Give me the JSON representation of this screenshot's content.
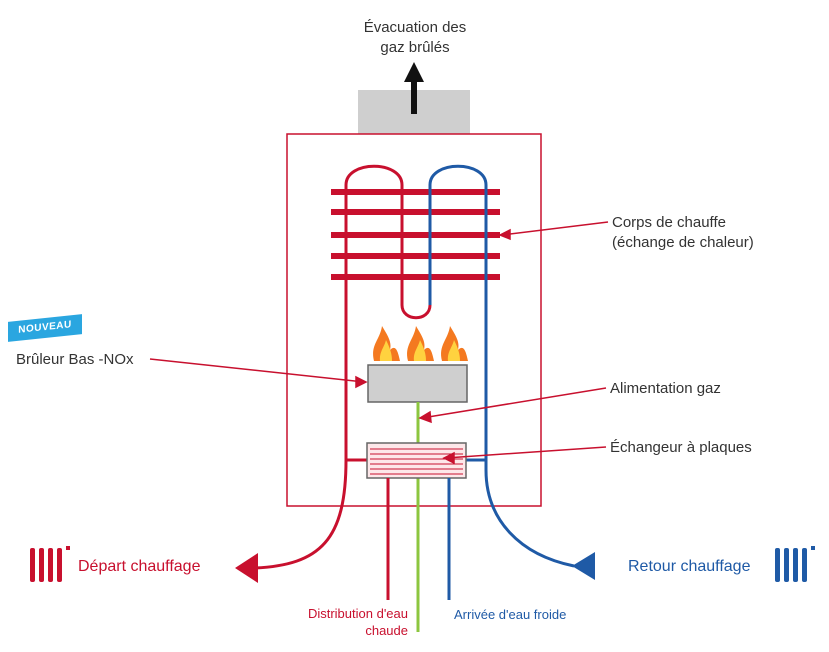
{
  "labels": {
    "evacuation_line1": "Évacuation des",
    "evacuation_line2": "gaz brûlés",
    "corps_line1": "Corps de chauffe",
    "corps_line2": "(échange de chaleur)",
    "badge": "NOUVEAU",
    "bruleur": "Brûleur Bas -NOx",
    "alimentation_gaz": "Alimentation gaz",
    "echangeur": "Échangeur à plaques",
    "depart": "Départ chauffage",
    "retour": "Retour chauffage",
    "distribution_line1": "Distribution d'eau",
    "distribution_line2": "chaude",
    "arrivee": "Arrivée d'eau froide"
  },
  "colors": {
    "hot": "#c8102e",
    "cold": "#1f5aa6",
    "gas": "#8cc63f",
    "box": "#cfcfcf",
    "badge": "#2aa6e0",
    "flame_outer": "#f47920",
    "flame_inner": "#ffd23f"
  },
  "icons": {
    "top_arrow": "arrow-up-icon",
    "radiator_left": "radiator-icon",
    "radiator_right": "radiator-icon",
    "flames": "flame-icon"
  }
}
